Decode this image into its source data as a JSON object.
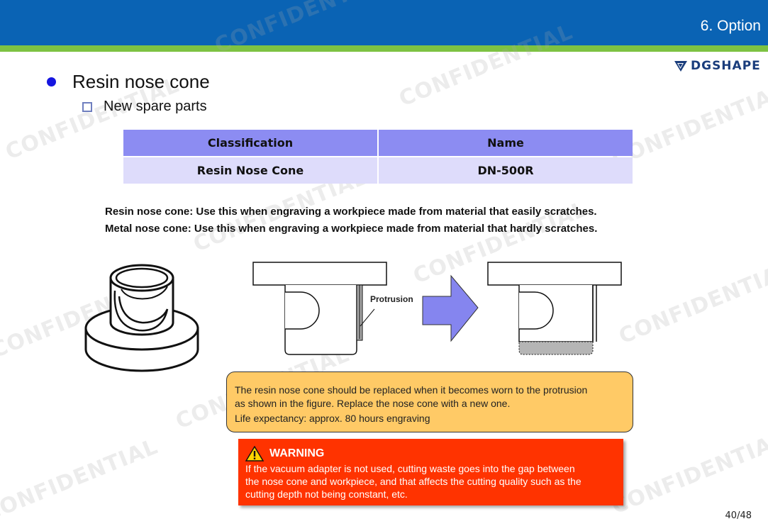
{
  "header": {
    "section": "6. Option",
    "brand": "DGSHAPE",
    "watermark": "CONFIDENTIAL"
  },
  "bullets": {
    "main": "Resin nose cone",
    "sub": "New spare parts"
  },
  "table": {
    "headers": [
      "Classification",
      "Name"
    ],
    "rows": [
      [
        "Resin Nose Cone",
        "DN-500R"
      ]
    ]
  },
  "description": {
    "line1": "Resin nose cone: Use this when engraving a workpiece made from material that easily scratches.",
    "line2": "Metal nose cone: Use this when engraving a workpiece made from material that hardly scratches."
  },
  "figure": {
    "protrusion_label": "Protrusion"
  },
  "note": {
    "line1": "The resin nose cone should be replaced when it becomes worn to the protrusion",
    "line2": "as shown in the figure. Replace the nose cone with a new one.",
    "life": "Life expectancy: approx. 80 hours engraving"
  },
  "warning": {
    "title": "WARNING",
    "line1": "If the vacuum adapter is not used, cutting waste goes into the gap between",
    "line2": "the nose cone and workpiece, and that affects the cutting quality such as the",
    "line3": "cutting depth not being constant, etc."
  },
  "footer": {
    "page": "40/48"
  },
  "colors": {
    "header_blue": "#0a63b4",
    "header_green": "#7dc242",
    "table_header": "#8c8cf2",
    "table_cell": "#dedcfb",
    "note_bg": "#ffca66",
    "warning_bg": "#ff3300",
    "arrow": "#8585ef"
  }
}
